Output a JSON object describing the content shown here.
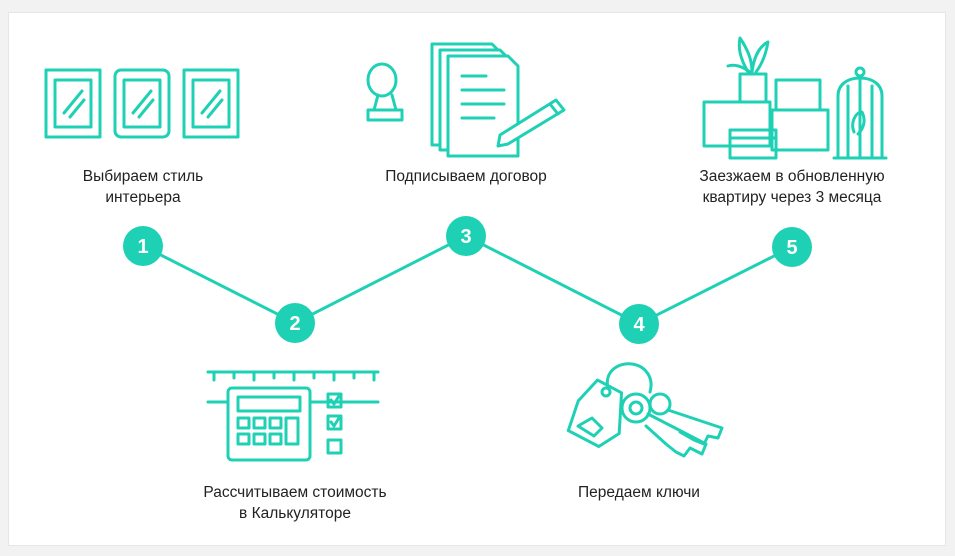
{
  "accent_color": "#1fd1b4",
  "steps": [
    {
      "number": "1",
      "lines": [
        "Выбираем стиль",
        "интерьера"
      ],
      "icon": "picture-frames-icon"
    },
    {
      "number": "2",
      "lines": [
        "Рассчитываем стоимость",
        "в Калькуляторе"
      ],
      "icon": "calculator-icon"
    },
    {
      "number": "3",
      "lines": [
        "Подписываем договор"
      ],
      "icon": "contract-stamp-icon"
    },
    {
      "number": "4",
      "lines": [
        "Передаем ключи"
      ],
      "icon": "keys-icon"
    },
    {
      "number": "5",
      "lines": [
        "Заезжаем в обновленную",
        "квартиру через 3 месяца"
      ],
      "icon": "moving-boxes-icon"
    }
  ]
}
